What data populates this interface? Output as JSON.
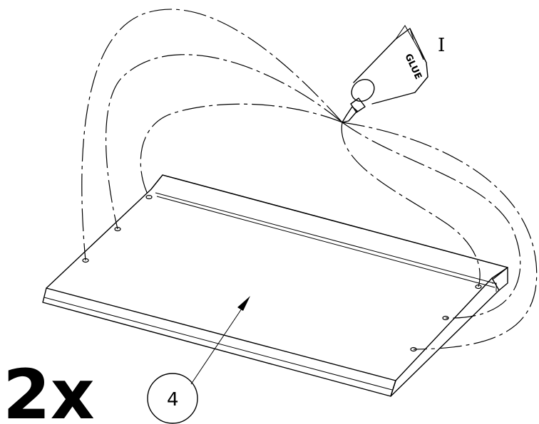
{
  "diagram": {
    "quantity_label": "2x",
    "part_callout": "4",
    "tool_label": "I",
    "tube_label": "GLUE",
    "hole_count": 6
  },
  "colors": {
    "ink": "#000000",
    "background": "#ffffff"
  },
  "icons": {
    "tool": "glue-tube-icon",
    "target": "panel-icon"
  }
}
